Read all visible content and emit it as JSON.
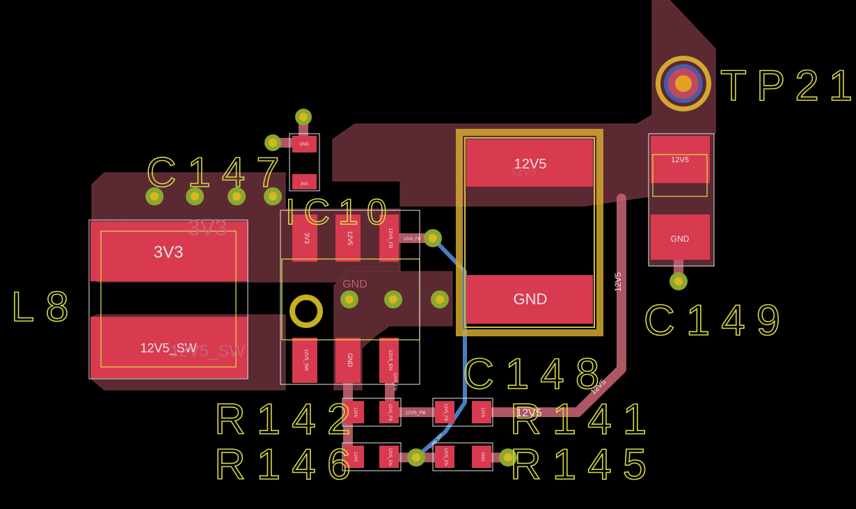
{
  "refdes": {
    "tp21": "TP21",
    "c147": "C147",
    "ic10": "IC10",
    "l8": "L8",
    "c149": "C149",
    "c148": "C148",
    "r142": "R142",
    "r141": "R141",
    "r146": "R146",
    "r145": "R145"
  },
  "pads": {
    "l8_top": "3V3",
    "l8_bottom": "12V5_SW",
    "c148_top": "12V5",
    "c148_bottom": "GND",
    "c149_top": "12V5",
    "c149_bottom": "GND",
    "c147_top": "GND",
    "c147_bottom": "3V3",
    "ic_top1": "3V3",
    "ic_top2": "12V5",
    "ic_top3": "12V5_FB",
    "ic_bot1": "12V5_SW",
    "ic_bot2": "GND",
    "ic_bot3": "12V5_EN",
    "r142_left": "12V5",
    "r142_right": "12V5_FB",
    "r141_left": "12V5_FB",
    "r141_right": "12V5",
    "r146_left": "12V5",
    "r146_right": "12V5_EN",
    "r145_left": "12V5_EN",
    "r145_right": "GND"
  },
  "nets": {
    "ic_gnd": "GND",
    "pour_3v3": "3V3",
    "pour_12v5": "12V5",
    "pour_12v5_sw": "12V5_SW",
    "trace_12v5_a": "12V5",
    "trace_12v5_b": "12V5",
    "trace_12v5_c": "12V5",
    "trace_fb": "12V5_FB",
    "trace_en": "12V5_EN"
  },
  "colors": {
    "background": "#000000",
    "pour": "#5a2830",
    "pad": "#d83a50",
    "trace": "#c0606e",
    "via_ring": "#8aa830",
    "via_center": "#d8b820",
    "silkscreen": "#d8d84a",
    "bottom_trace": "#4a7ec0",
    "testpoint_ring": "#d4a830"
  }
}
